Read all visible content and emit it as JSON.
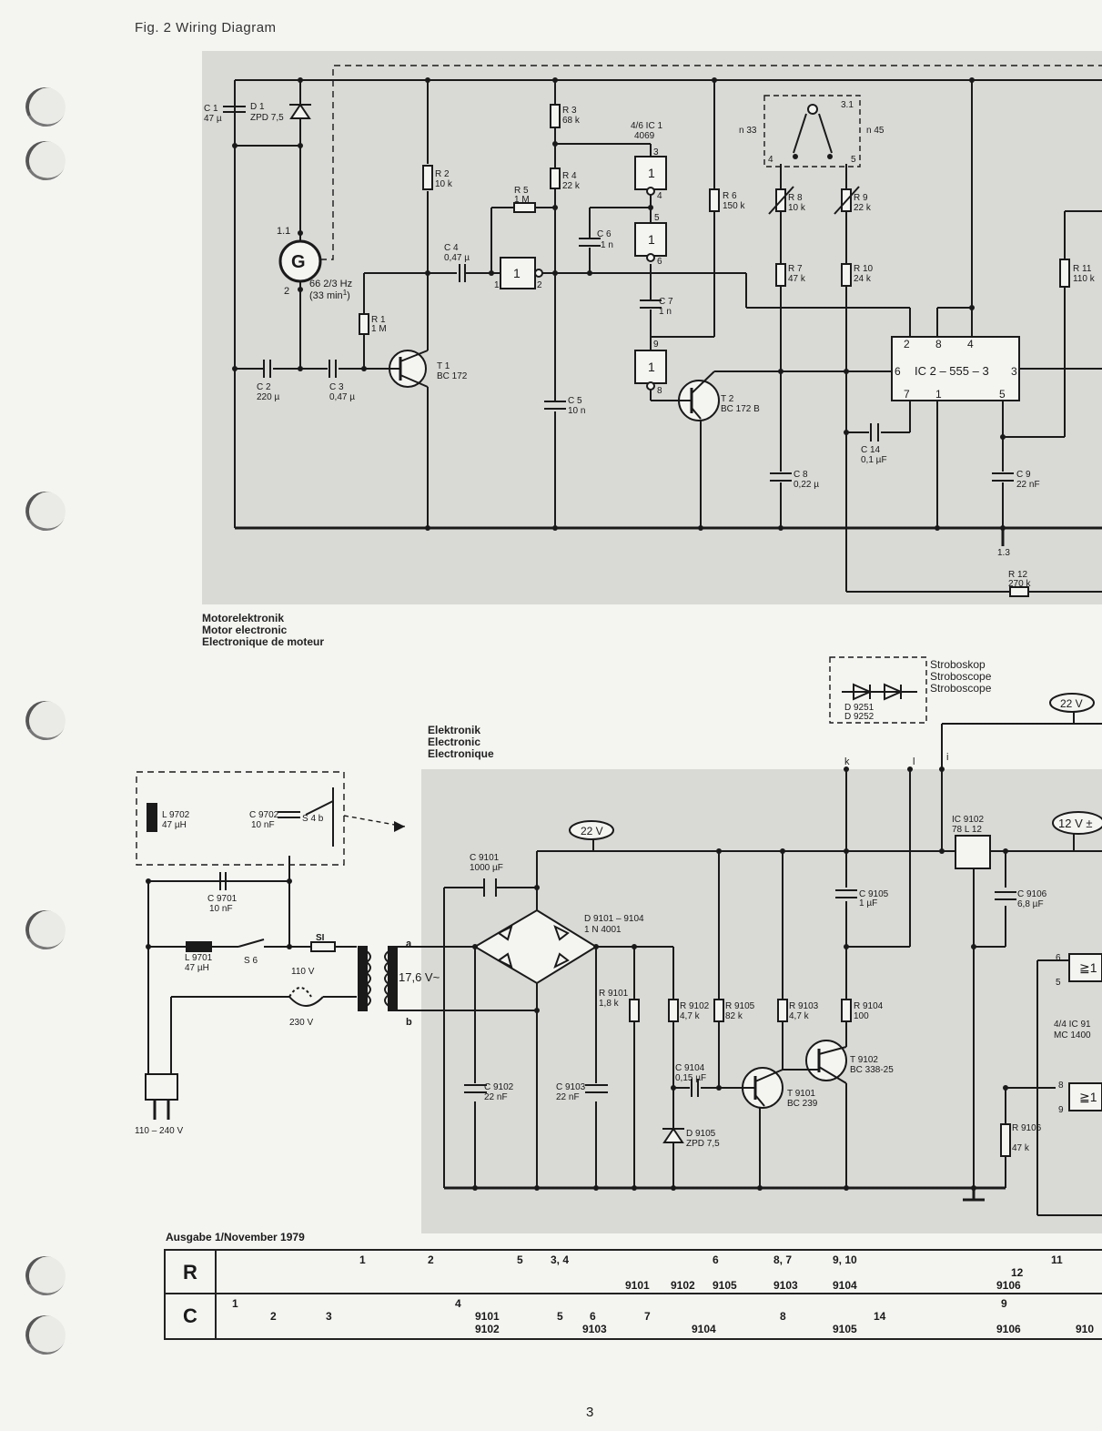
{
  "title": "Fig. 2 Wiring Diagram",
  "motor_section": [
    "Motorelektronik",
    "Motor electronic",
    "Electronique de moteur"
  ],
  "electronic_section": [
    "Elektronik",
    "Electronic",
    "Electronique"
  ],
  "strobe_section": [
    "Stroboskop",
    "Stroboscope",
    "Stroboscope"
  ],
  "edition": "Ausgabe 1/November 1979",
  "page_number": "3",
  "rails": [
    "22 V",
    "22 V",
    "12 V ±"
  ],
  "mains": {
    "input": "110 – 240 V",
    "taps": [
      "110 V",
      "230 V"
    ],
    "secondary": "17,6 V~",
    "terminals": [
      "a",
      "b"
    ],
    "strobe_terminals": [
      "k",
      "l",
      "i"
    ]
  },
  "generator": {
    "symbol": "G",
    "terminals": [
      "1.1",
      "2"
    ],
    "freq": "66 2/3 Hz",
    "speed": "(33 min",
    "speed_sup": "1",
    "speed_close": ")"
  },
  "switch": {
    "label": "3.1",
    "n33": "n 33",
    "n45": "n 45",
    "pins": [
      "4",
      "5"
    ]
  },
  "ic1": {
    "label": "4/6 IC 1",
    "type": "4069",
    "gate": "1",
    "pins": [
      "3",
      "4",
      "5",
      "6",
      "9",
      "8",
      "1",
      "2"
    ]
  },
  "ic2": {
    "label": "IC 2 – 555 – 3",
    "pins_top": [
      "2",
      "8",
      "4"
    ],
    "pin_left": "6",
    "pin_right": "3",
    "pins_bottom": [
      "7",
      "1",
      "5"
    ]
  },
  "ic9101": {
    "label": "4/4 IC 91",
    "type": "MC 1400",
    "gate": "≧1",
    "pins": [
      "6",
      "5",
      "8",
      "9"
    ]
  },
  "ground_point": "1.3",
  "components": [
    {
      "ref": "C 1",
      "val": "47 µ"
    },
    {
      "ref": "D 1",
      "val": "ZPD 7,5"
    },
    {
      "ref": "R 3",
      "val": "68 k"
    },
    {
      "ref": "R 2",
      "val": "10 k"
    },
    {
      "ref": "R 4",
      "val": "22 k"
    },
    {
      "ref": "R 5",
      "val": "1 M"
    },
    {
      "ref": "C 6",
      "val": "1 n"
    },
    {
      "ref": "R 6",
      "val": "150 k"
    },
    {
      "ref": "R 8",
      "val": "10 k"
    },
    {
      "ref": "R 9",
      "val": "22 k"
    },
    {
      "ref": "C 4",
      "val": "0,47 µ"
    },
    {
      "ref": "R 7",
      "val": "47 k"
    },
    {
      "ref": "R 10",
      "val": "24 k"
    },
    {
      "ref": "R 11",
      "val": "110 k"
    },
    {
      "ref": "C 7",
      "val": "1 n"
    },
    {
      "ref": "R 1",
      "val": "1 M"
    },
    {
      "ref": "C 2",
      "val": "220 µ"
    },
    {
      "ref": "C 3",
      "val": "0,47 µ"
    },
    {
      "ref": "T 1",
      "val": "BC 172"
    },
    {
      "ref": "C 5",
      "val": "10 n"
    },
    {
      "ref": "T 2",
      "val": "BC 172 B"
    },
    {
      "ref": "C 14",
      "val": "0,1 µF"
    },
    {
      "ref": "C 8",
      "val": "0,22 µ"
    },
    {
      "ref": "C 9",
      "val": "22 nF"
    },
    {
      "ref": "R 12",
      "val": "270 k"
    },
    {
      "ref": "D 9251",
      "val": "D 9252"
    },
    {
      "ref": "L 9702",
      "val": "47 µH"
    },
    {
      "ref": "C 9702",
      "val": "10 nF"
    },
    {
      "ref": "S 4 b",
      "val": ""
    },
    {
      "ref": "C 9701",
      "val": "10 nF"
    },
    {
      "ref": "L 9701",
      "val": "47 µH"
    },
    {
      "ref": "S 6",
      "val": ""
    },
    {
      "ref": "SI",
      "val": ""
    },
    {
      "ref": "C 9101",
      "val": "1000 µF"
    },
    {
      "ref": "D 9101 – 9104",
      "val": "1 N 4001"
    },
    {
      "ref": "IC 9102",
      "val": "78 L 12"
    },
    {
      "ref": "C 9105",
      "val": "1 µF"
    },
    {
      "ref": "C 9106",
      "val": "6,8 µF"
    },
    {
      "ref": "R 9101",
      "val": "1,8 k"
    },
    {
      "ref": "R 9102",
      "val": "4,7 k"
    },
    {
      "ref": "R 9105",
      "val": "82 k"
    },
    {
      "ref": "R 9103",
      "val": "4,7 k"
    },
    {
      "ref": "R 9104",
      "val": "100"
    },
    {
      "ref": "T 9102",
      "val": "BC 338-25"
    },
    {
      "ref": "C 9104",
      "val": "0,15 µF"
    },
    {
      "ref": "T 9101",
      "val": "BC 239"
    },
    {
      "ref": "C 9102",
      "val": "22 nF"
    },
    {
      "ref": "C 9103",
      "val": "22 nF"
    },
    {
      "ref": "D 9105",
      "val": "ZPD 7,5"
    },
    {
      "ref": "R 9106",
      "val": "47 k"
    }
  ],
  "ref_table": {
    "R": {
      "label": "R",
      "upper": [
        "1",
        "2",
        "5",
        "3, 4",
        "6",
        "8, 7",
        "9, 10",
        "11",
        "12"
      ],
      "lower": [
        "9101",
        "9102",
        "9105",
        "9103",
        "9104",
        "9106"
      ]
    },
    "C": {
      "label": "C",
      "upper": [
        "1",
        "2",
        "3",
        "4",
        "5",
        "6",
        "7",
        "8",
        "14",
        "9"
      ],
      "lower": [
        "9101",
        "9102",
        "9103",
        "9104",
        "9105",
        "9106",
        "910"
      ]
    }
  }
}
